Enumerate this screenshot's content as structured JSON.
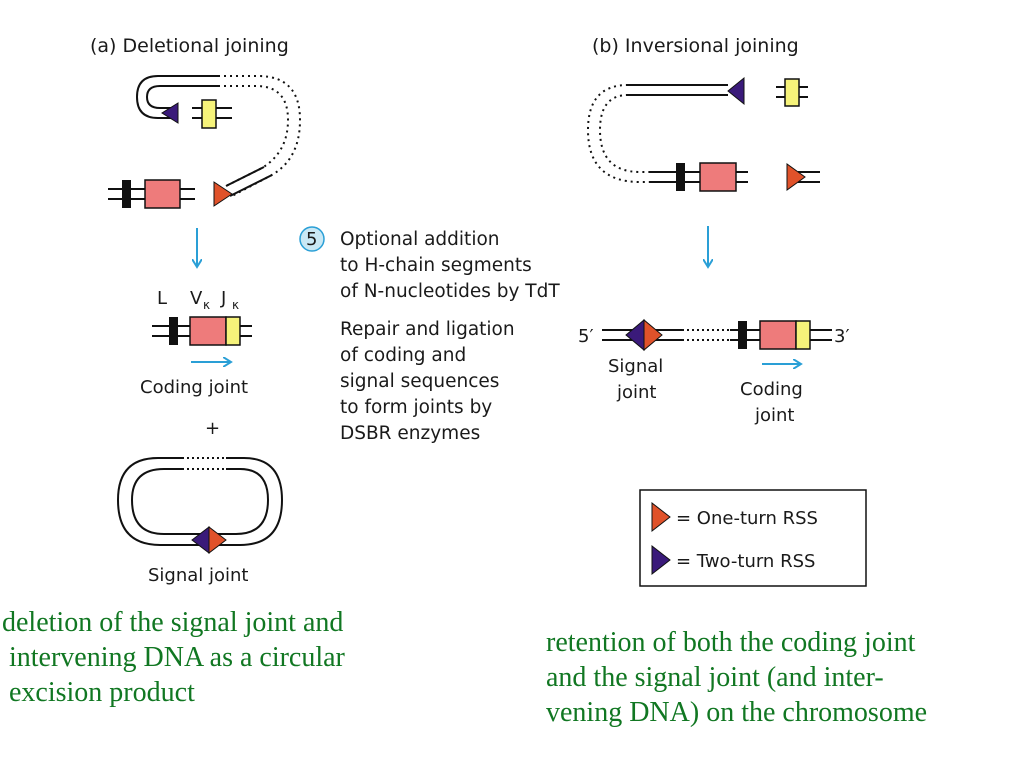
{
  "panel_a": {
    "title": "(a) Deletional joining",
    "labels": {
      "L": "L",
      "V": "V",
      "J": "J",
      "kappa": "κ"
    },
    "coding_joint": "Coding joint",
    "plus": "+",
    "signal_joint": "Signal joint"
  },
  "panel_b": {
    "title": "(b) Inversional joining",
    "five_prime": "5′",
    "three_prime": "3′",
    "signal_joint": [
      "Signal",
      "joint"
    ],
    "coding_joint": [
      "Coding",
      "joint"
    ]
  },
  "step": {
    "number": "5",
    "lines": [
      "Optional addition",
      "to H-chain segments",
      "of N-nucleotides by TdT",
      "Repair and ligation",
      "of coding and",
      "signal sequences",
      "to form joints by",
      "DSBR enzymes"
    ]
  },
  "legend": {
    "items": [
      {
        "label": "= One-turn RSS",
        "color": "#e0522a"
      },
      {
        "label": "= Two-turn RSS",
        "color": "#3a1a7a"
      }
    ]
  },
  "captions": {
    "left": [
      "deletion of the signal joint and",
      " intervening DNA as a circular",
      " excision product"
    ],
    "right": [
      "retention of both the coding joint",
      "and the signal joint (and inter-",
      "vening DNA) on the chromosome"
    ]
  },
  "colors": {
    "v_segment": "#ee7b7b",
    "j_segment": "#f6f37a",
    "one_turn_rss": "#e0522a",
    "two_turn_rss": "#3a1a7a",
    "arrow": "#2a9fd6",
    "caption": "#117722"
  }
}
